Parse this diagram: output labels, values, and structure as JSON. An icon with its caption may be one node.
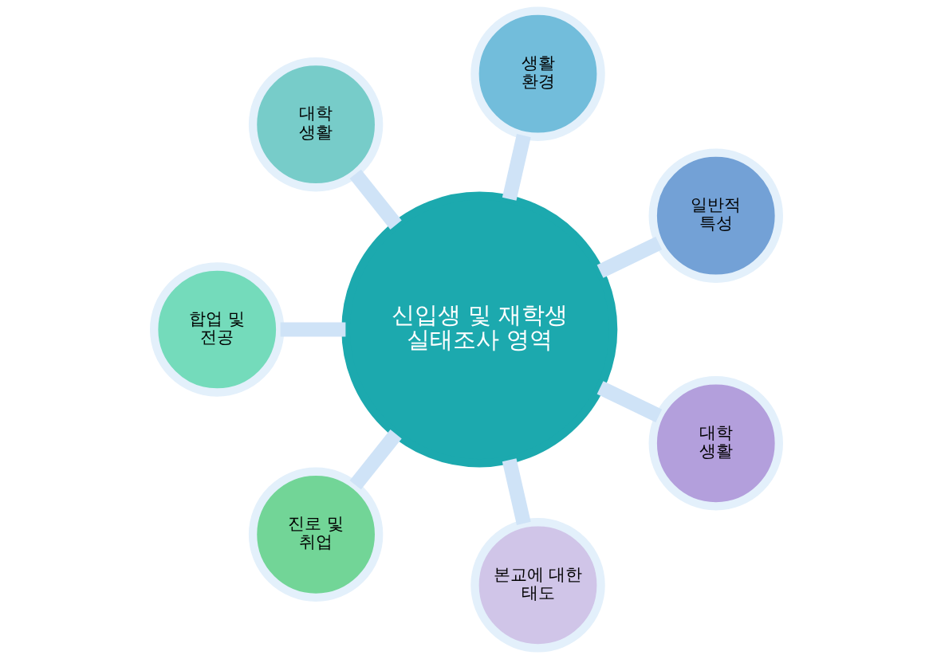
{
  "diagram": {
    "nodes": [
      {
        "text": [
          "신입생 및 재학생 실태조사 영역"
        ]
      },
      {
        "text": [
          "일반적 특성"
        ]
      },
      {
        "text": [
          "생활 환경"
        ]
      },
      {
        "text": [
          "대학 생활"
        ]
      },
      {
        "text": [
          "합업 및 전공"
        ]
      },
      {
        "text": [
          "진로 및 취업"
        ]
      },
      {
        "text": [
          "본교에 대한 태도"
        ]
      },
      {
        "text": [
          "대학 생활"
        ]
      }
    ],
    "edges": [
      {
        "from": 0,
        "to": 1,
        "arrow": "none"
      },
      {
        "from": 0,
        "to": 2,
        "arrow": "none"
      },
      {
        "from": 0,
        "to": 3,
        "arrow": "none"
      },
      {
        "from": 0,
        "to": 4,
        "arrow": "none"
      },
      {
        "from": 0,
        "to": 5,
        "arrow": "none"
      },
      {
        "from": 0,
        "to": 6,
        "arrow": "none"
      },
      {
        "from": 0,
        "to": 7,
        "arrow": "none"
      }
    ]
  }
}
